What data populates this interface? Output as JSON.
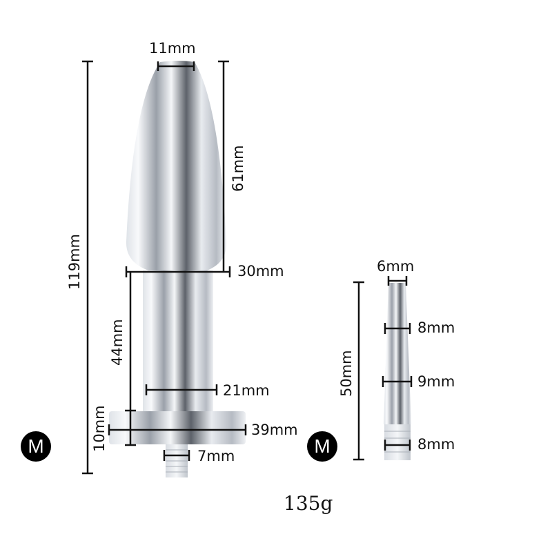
{
  "large_part": {
    "badge": "M",
    "dimensions": {
      "tip_width": "11mm",
      "total_length": "119mm",
      "head_length": "61mm",
      "head_width": "30mm",
      "neck_length": "44mm",
      "neck_width": "21mm",
      "base_height": "10mm",
      "base_width": "39mm",
      "thread_width": "7mm"
    }
  },
  "small_part": {
    "badge": "M",
    "dimensions": {
      "tip_width": "6mm",
      "length": "50mm",
      "upper_width": "8mm",
      "middle_width": "9mm",
      "thread_width": "8mm"
    }
  },
  "weight": "135g",
  "colors": {
    "line": "#111111",
    "metal_light": "#f2f4f7",
    "metal_mid": "#c4c9d1",
    "metal_dark": "#6b7079",
    "badge": "#000000"
  }
}
